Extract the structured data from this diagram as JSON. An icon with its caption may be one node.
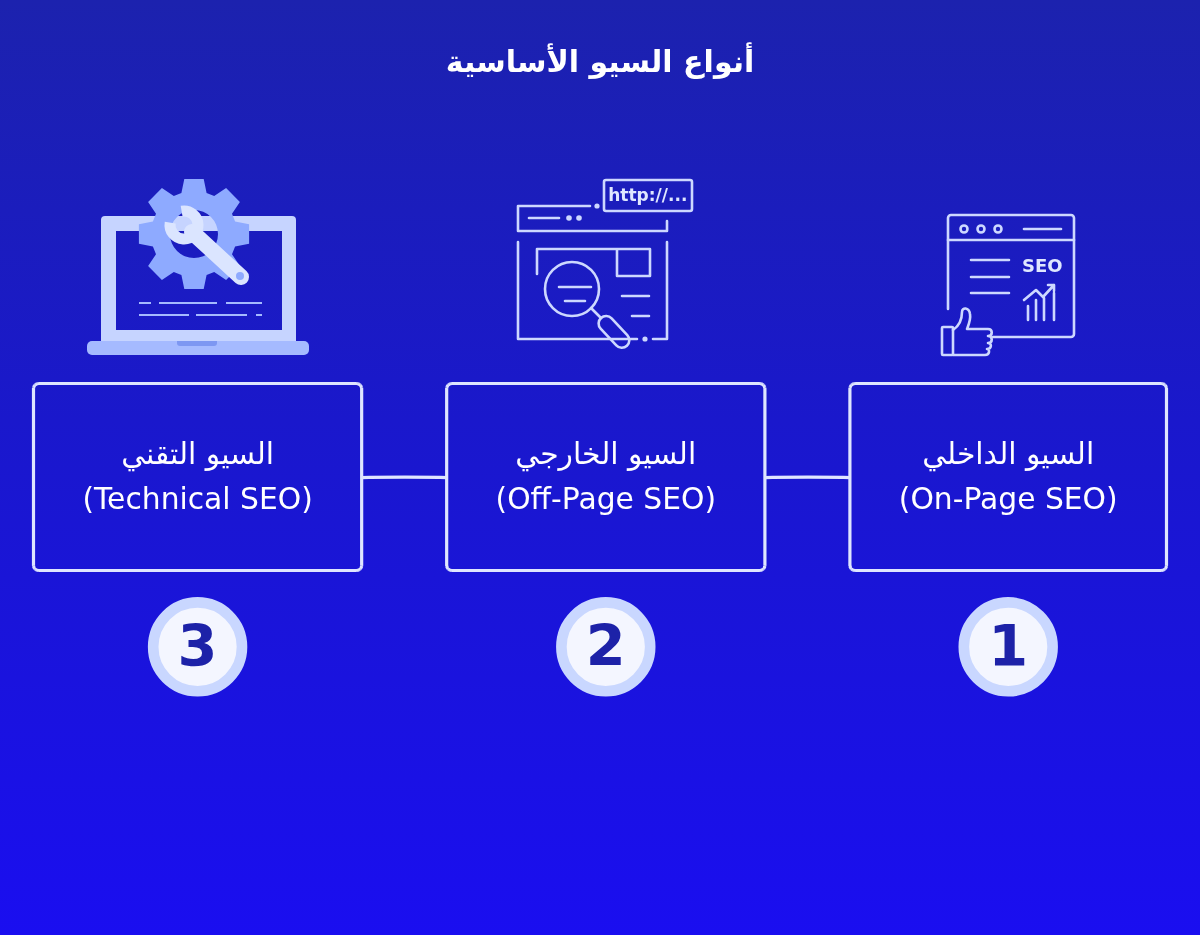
{
  "diagram": {
    "title": "أنواع السيو الأساسية",
    "nodes": [
      {
        "text": [
          "السيو الداخلي",
          "(On-Page SEO)"
        ]
      },
      {
        "text": [
          "1"
        ]
      },
      {
        "text": [
          "السيو الخارجي",
          "(Off-Page SEO)"
        ]
      },
      {
        "text": [
          "2"
        ]
      },
      {
        "text": [
          "السيو التقني",
          "(Technical SEO)"
        ]
      },
      {
        "text": [
          "3"
        ]
      }
    ],
    "edges": [
      {
        "from": 0,
        "to": 2,
        "arrow": "none"
      },
      {
        "from": 2,
        "to": 4,
        "arrow": "none"
      }
    ],
    "labels": [
      "http://...",
      "SEO"
    ]
  }
}
